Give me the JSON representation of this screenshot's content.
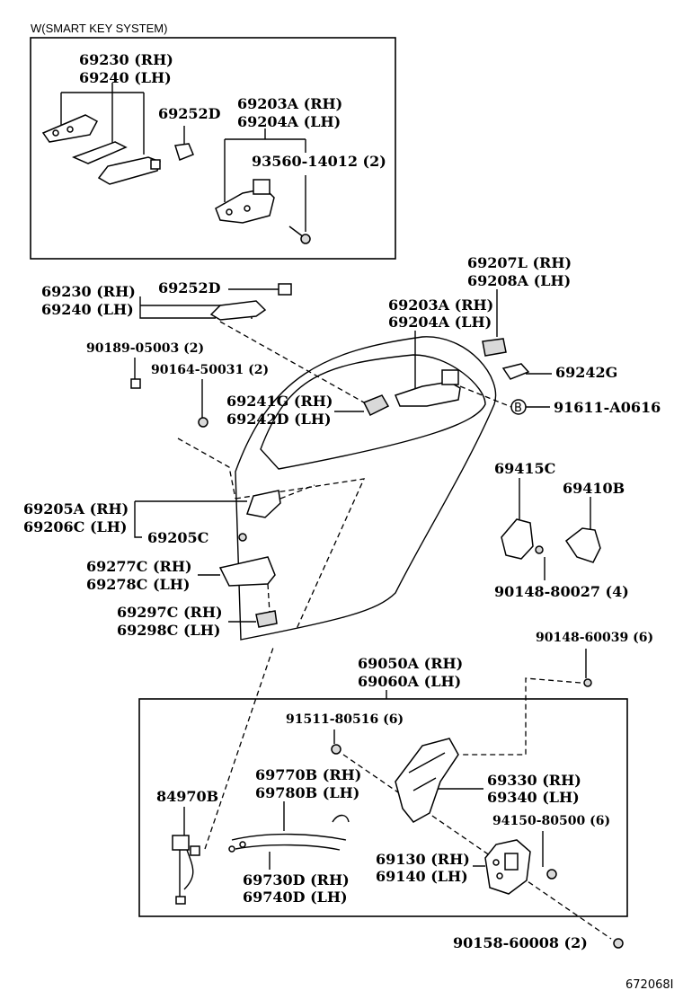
{
  "smart_key_box": {
    "title": "W(SMART KEY SYSTEM)",
    "labels": {
      "p69230_rh": "69230 (RH)",
      "p69240_lh": "69240 (LH)",
      "p69252d": "69252D",
      "p69203a_rh": "69203A (RH)",
      "p69204a_lh": "69204A (LH)",
      "p93560": "93560-14012 (2)"
    }
  },
  "main": {
    "labels": {
      "p69207l_rh": "69207L (RH)",
      "p69208a_lh": "69208A (LH)",
      "p69230_rh": "69230 (RH)",
      "p69240_lh": "69240 (LH)",
      "p69252d": "69252D",
      "p69203a_rh": "69203A (RH)",
      "p69204a_lh": "69204A (LH)",
      "p90189": "90189-05003 (2)",
      "p90164": "90164-50031 (2)",
      "p69242g": "69242G",
      "p69241g_rh": "69241G (RH)",
      "p69242d_lh": "69242D (LH)",
      "p91611": "91611-A0616",
      "marker_b": "B",
      "p69415c": "69415C",
      "p69410b": "69410B",
      "p69205a_rh": "69205A (RH)",
      "p69206c_lh": "69206C (LH)",
      "p69205c": "69205C",
      "p69277c_rh": "69277C (RH)",
      "p69278c_lh": "69278C (LH)",
      "p90148_80027": "90148-80027 (4)",
      "p69297c_rh": "69297C (RH)",
      "p69298c_lh": "69298C (LH)",
      "p90148_60039": "90148-60039 (6)"
    }
  },
  "lock_box": {
    "labels": {
      "p69050a_rh": "69050A (RH)",
      "p69060a_lh": "69060A (LH)",
      "p91511": "91511-80516 (6)",
      "p84970b": "84970B",
      "p69770b_rh": "69770B (RH)",
      "p69780b_lh": "69780B (LH)",
      "p69330_rh": "69330 (RH)",
      "p69340_lh": "69340 (LH)",
      "p94150": "94150-80500 (6)",
      "p69130_rh": "69130 (RH)",
      "p69140_lh": "69140 (LH)",
      "p69730d_rh": "69730D (RH)",
      "p69740d_lh": "69740D (LH)"
    }
  },
  "footer": {
    "p90158": "90158-60008 (2)",
    "catalog_id": "672068I"
  }
}
